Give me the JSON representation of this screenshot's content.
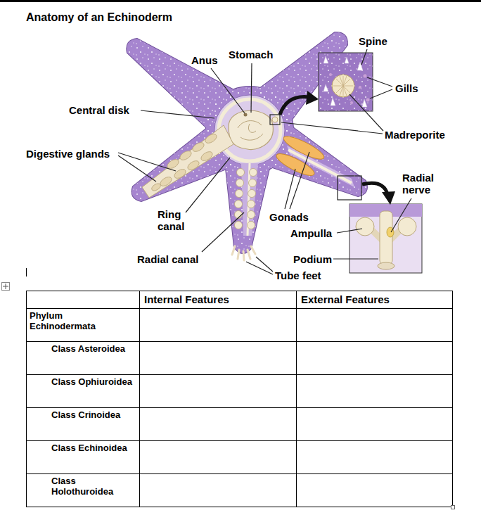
{
  "diagram": {
    "title": "Anatomy of an Echinoderm",
    "labels": [
      "Spine",
      "Anus",
      "Stomach",
      "Gills",
      "Central disk",
      "Madreporite",
      "Digestive glands",
      "Radial nerve",
      "Ring canal",
      "Gonads",
      "Ampulla",
      "Radial canal",
      "Podium",
      "Tube feet",
      "Internal Features",
      "External Features",
      "Phylum Echinodermata",
      "Class Asteroidea",
      "Class Ophiuroidea",
      "Class Crinoidea",
      "Class Echinoidea",
      "Class Holothuroidea"
    ]
  }
}
